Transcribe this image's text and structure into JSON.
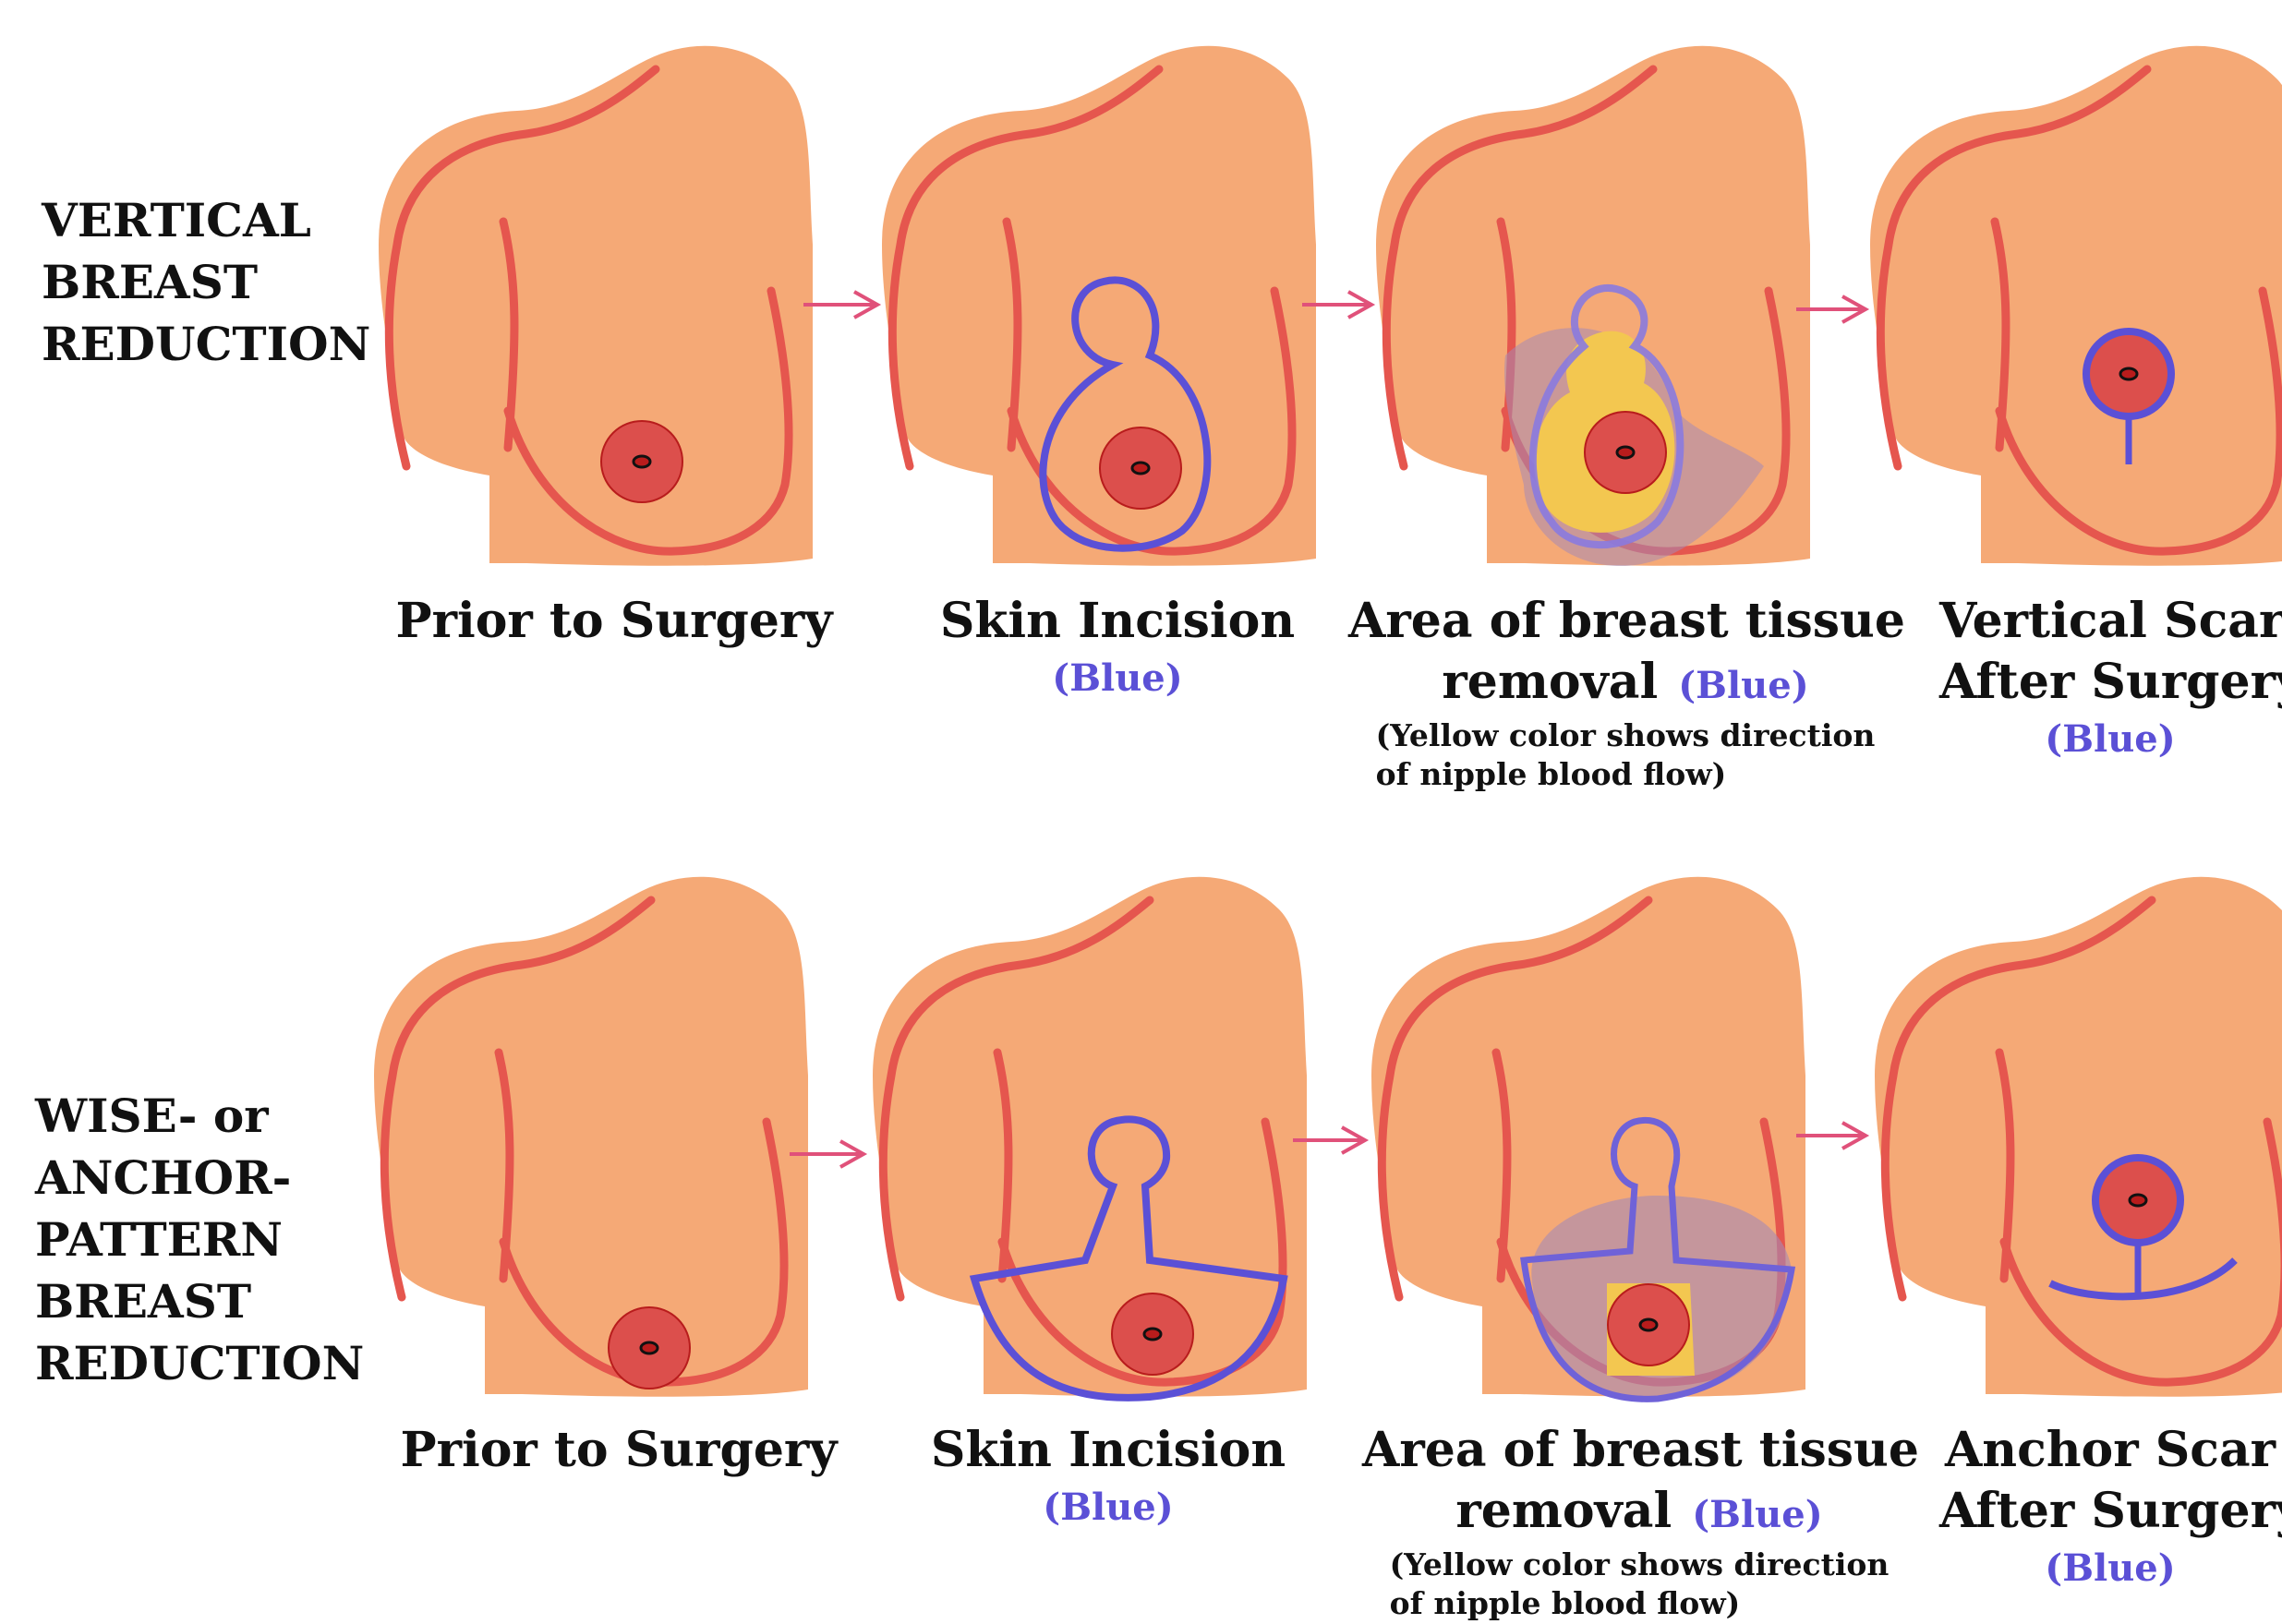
{
  "colors": {
    "skin": "#f5a976",
    "outline": "#e5564e",
    "areola": "#dc4f4c",
    "nipple": "#b81c1c",
    "incision": "#5b50d6",
    "flow": "#f3c750",
    "tissue": "#a58ab5"
  },
  "rows": [
    {
      "title_lines": [
        "VERTICAL",
        "BREAST",
        "REDUCTION"
      ],
      "steps": [
        {
          "caption": "Prior to Surgery",
          "sub": ""
        },
        {
          "caption": "Skin Incision",
          "sub": "(Blue)"
        },
        {
          "caption_line1": "Area of breast tissue",
          "caption_line2": "removal",
          "inline_sub": "(Blue)",
          "note_line1": "(Yellow color shows direction",
          "note_line2": "of nipple blood flow)"
        },
        {
          "caption_line1": "Vertical Scar",
          "caption_line2": "After Surgery",
          "sub": "(Blue)"
        }
      ]
    },
    {
      "title_lines": [
        "WISE- or",
        "ANCHOR-",
        "PATTERN",
        "BREAST",
        "REDUCTION"
      ],
      "steps": [
        {
          "caption": "Prior to Surgery",
          "sub": ""
        },
        {
          "caption": "Skin Incision",
          "sub": "(Blue)"
        },
        {
          "caption_line1": "Area of breast tissue",
          "caption_line2": "removal",
          "inline_sub": "(Blue)",
          "note_line1": "(Yellow color shows direction",
          "note_line2": "of nipple blood flow)"
        },
        {
          "caption_line1": "Anchor Scar",
          "caption_line2": "After Surgery",
          "sub": "(Blue)"
        }
      ]
    }
  ]
}
